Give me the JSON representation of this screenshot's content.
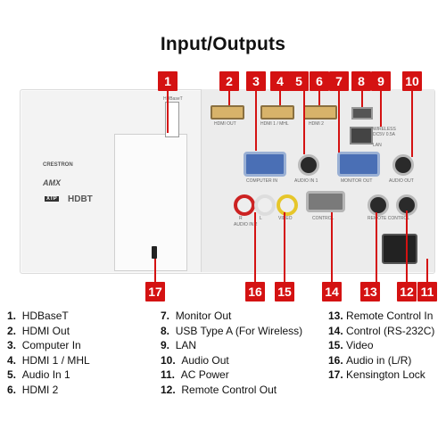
{
  "title": "Input/Outputs",
  "badges": [
    "1",
    "2",
    "3",
    "4",
    "5",
    "6",
    "7",
    "8",
    "9",
    "10",
    "11",
    "12",
    "13",
    "14",
    "15",
    "16",
    "17"
  ],
  "port_labels": {
    "hdmi_out": "HDMI OUT",
    "hdmi1": "HDMI 1 / MHL",
    "hdmi2": "HDMI 2",
    "computer_in": "COMPUTER IN",
    "audio_in1": "AUDIO IN 1",
    "monitor_out": "MONITOR OUT",
    "audio_out": "AUDIO OUT",
    "wireless": "WIRELESS DC5V 0.5A",
    "lan": "LAN",
    "audio_in2": "AUDIO IN 2",
    "video": "VIDEO",
    "control": "CONTROL",
    "remote_control": "REMOTE CONTROL",
    "hdbaset": "HDBaseT",
    "rca_r": "R",
    "rca_l": "L"
  },
  "logos": {
    "crestron": "CRESTRON",
    "amx": "AMX",
    "hdbt": "HDBT",
    "xtp": "XTP"
  },
  "legend": {
    "col1": [
      {
        "num": "1.",
        "label": "HDBaseT"
      },
      {
        "num": "2.",
        "label": "HDMI Out"
      },
      {
        "num": "3.",
        "label": "Computer In"
      },
      {
        "num": "4.",
        "label": "HDMI 1 / MHL"
      },
      {
        "num": "5.",
        "label": "Audio In 1"
      },
      {
        "num": "6.",
        "label": "HDMI 2"
      }
    ],
    "col2": [
      {
        "num": "7.",
        "label": "Monitor Out"
      },
      {
        "num": "8.",
        "label": "USB Type A (For Wireless)"
      },
      {
        "num": "9.",
        "label": "LAN"
      },
      {
        "num": "10.",
        "label": "Audio Out"
      },
      {
        "num": "11.",
        "label": "AC Power"
      },
      {
        "num": "12.",
        "label": "Remote Control Out"
      }
    ],
    "col3": [
      {
        "num": "13.",
        "label": "Remote Control In"
      },
      {
        "num": "14.",
        "label": "Control (RS-232C)"
      },
      {
        "num": "15.",
        "label": "Video"
      },
      {
        "num": "16.",
        "label": "Audio in  (L/R)"
      },
      {
        "num": "17.",
        "label": "Kensington Lock"
      }
    ]
  }
}
